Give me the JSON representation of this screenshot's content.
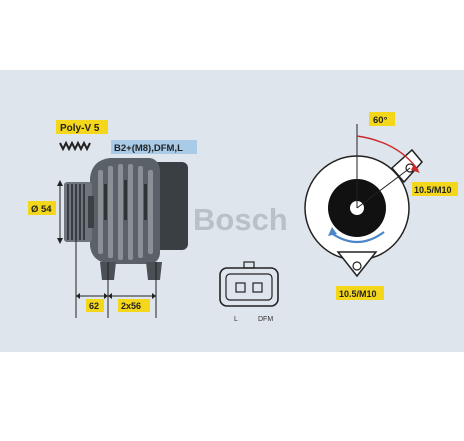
{
  "labels": {
    "belt": "Poly-V 5",
    "terminals": "B2+(M8),DFM,L",
    "diameter": "Ø 54",
    "dim_left": "62",
    "dim_right": "2x56",
    "angle": "60°",
    "mount_top": "10.5/M10",
    "mount_bottom": "10.5/M10",
    "plug_l": "L",
    "plug_dfm": "DFM"
  },
  "brand": {
    "name": "Bosch",
    "symbol": "©"
  },
  "colors": {
    "panel_bg": "#dfe5ec",
    "label_yellow": "#f4d71a",
    "label_blue": "#a9cbe8",
    "rotation_arrow": "#4a86c8",
    "angle_arrow": "#cc2a2a"
  }
}
